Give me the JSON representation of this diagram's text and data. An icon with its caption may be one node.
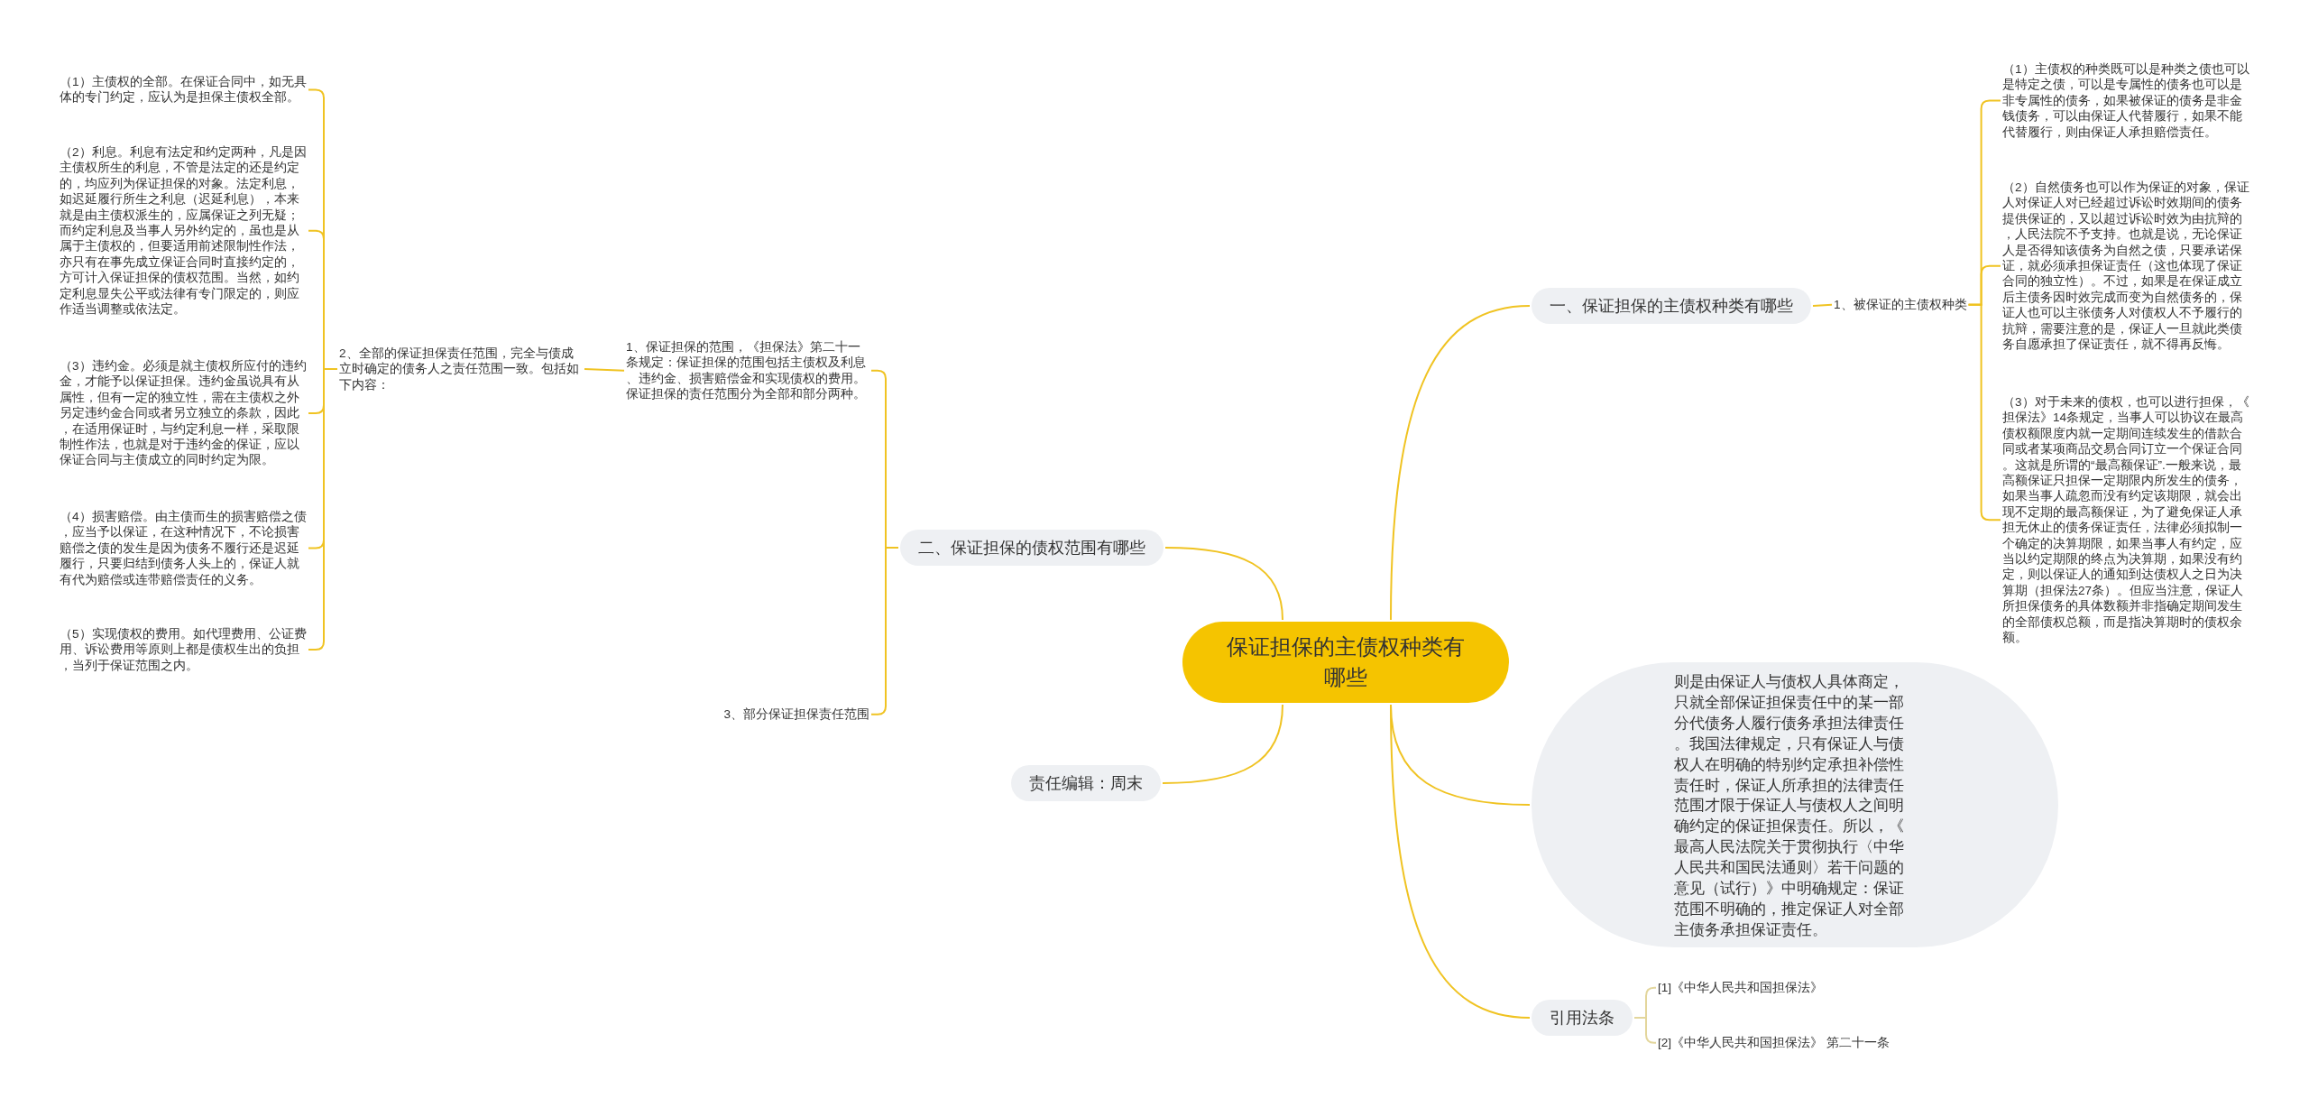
{
  "diagram": {
    "nodes": [
      {
        "text": [
          "保证担保的主债权种类有哪些"
        ]
      },
      {
        "text": [
          "一、保证担保的主债权种类有哪些"
        ]
      },
      {
        "text": [
          "1、被保证的主债权种类"
        ]
      },
      {
        "text": [
          "（1）主债权的种类既可以是种类之债也可以是特定之债，可以是专属性的债务也可以是非专属性的债务，如果被保证的债务是非金钱债务，可以由保证人代替履行，如果不能代替履行，则由保证人承担赔偿责任。"
        ]
      },
      {
        "text": [
          "（2）自然债务也可以作为保证的对象，保证人对保证人对已经超过诉讼时效期间的债务提供保证的，又以超过诉讼时效为由抗辩的，人民法院不予支持。也就是说，无论保证人是否得知该债务为自然之债，只要承诺保证，就必须承担保证责任（这也体现了保证合同的独立性）。不过，如果是在保证成立后主债务因时效完成而变为自然债务的，保证人也可以主张债务人对债权人不予履行的抗辩，需要注意的是，保证人一旦就此类债务自愿承担了保证责任，就不得再反悔。"
        ]
      },
      {
        "text": [
          "（3）对于未来的债权，也可以进行担保，《担保法》14条规定，当事人可以协议在最高债权额限度内就一定期间连续发生的借款合同或者某项商品交易合同订立一个保证合同。这就是所谓的“最高额保证”.一般来说，最高额保证只担保一定期限内所发生的债务，如果当事人疏忽而没有约定该期限，就会出现不定期的最高额保证，为了避免保证人承担无休止的债务保证责任，法律必须拟制一个确定的决算期限，如果当事人有约定，应当以约定期限的终点为决算期，如果没有约定，则以保证人的通知到达债权人之日为决算期（担保法27条）。但应当注意，保证人所担保债务的具体数额并非指确定期间发生的全部债权总额，而是指决算期时的债权余额。"
        ]
      },
      {
        "text": [
          "二、保证担保的债权范围有哪些"
        ]
      },
      {
        "text": [
          "1、保证担保的范围，《担保法》第二十一条规定：保证担保的范围包括主债权及利息、违约金、损害赔偿金和实现债权的费用。保证担保的责任范围分为全部和部分两种。"
        ]
      },
      {
        "text": [
          "2、全部的保证担保责任范围，完全与债成立时确定的债务人之责任范围一致。包括如下内容："
        ]
      },
      {
        "text": [
          "（1）主债权的全部。在保证合同中，如无具体的专门约定，应认为是担保主债权全部。"
        ]
      },
      {
        "text": [
          "（2）利息。利息有法定和约定两种，凡是因主债权所生的利息，不管是法定的还是约定的，均应列为保证担保的对象。法定利息，如迟延履行所生之利息（迟延利息），本来就是由主债权派生的，应属保证之列无疑；而约定利息及当事人另外约定的，虽也是从属于主债权的，但要适用前述限制性作法，亦只有在事先成立保证合同时直接约定的，方可计入保证担保的债权范围。当然，如约定利息显失公平或法律有专门限定的，则应作适当调整或依法定。"
        ]
      },
      {
        "text": [
          "（3）违约金。必须是就主债权所应付的违约金，才能予以保证担保。违约金虽说具有从属性，但有一定的独立性，需在主债权之外另定违约金合同或者另立独立的条款，因此，在适用保证时，与约定利息一样，采取限制性作法，也就是对于违约金的保证，应以保证合同与主债成立的同时约定为限。"
        ]
      },
      {
        "text": [
          "（4）损害赔偿。由主债而生的损害赔偿之债，应当予以保证，在这种情况下，不论损害赔偿之债的发生是因为债务不履行还是迟延履行，只要归结到债务人头上的，保证人就有代为赔偿或连带赔偿责任的义务。"
        ]
      },
      {
        "text": [
          "（5）实现债权的费用。如代理费用、公证费用、诉讼费用等原则上都是债权生出的负担，当列于保证范围之内。"
        ]
      },
      {
        "text": [
          "3、部分保证担保责任范围"
        ]
      },
      {
        "text": [
          "则是由保证人与债权人具体商定，只就全部保证担保责任中的某一部分代债务人履行债务承担法律责任。我国法律规定，只有保证人与债权人在明确的特别约定承担补偿性责任时，保证人所承担的法律责任范围才限于保证人与债权人之间明确约定的保证担保责任。所以，《最高人民法院关于贯彻执行〈中华人民共和国民法通则〉若干问题的意见（试行）》中明确规定：保证范围不明确的，推定保证人对全部主债务承担保证责任。"
        ]
      },
      {
        "text": [
          "责任编辑：周末"
        ]
      },
      {
        "text": [
          "引用法条"
        ]
      },
      {
        "text": [
          "[1]《中华人民共和国担保法》"
        ]
      },
      {
        "text": [
          "[2]《中华人民共和国担保法》 第二十一条"
        ]
      }
    ],
    "edges": [
      {
        "from": 0,
        "to": 1,
        "arrow": "none"
      },
      {
        "from": 1,
        "to": 2,
        "arrow": "none"
      },
      {
        "from": 2,
        "to": 3,
        "arrow": "none"
      },
      {
        "from": 2,
        "to": 4,
        "arrow": "none"
      },
      {
        "from": 2,
        "to": 5,
        "arrow": "none"
      },
      {
        "from": 0,
        "to": 6,
        "arrow": "none"
      },
      {
        "from": 6,
        "to": 7,
        "arrow": "none"
      },
      {
        "from": 7,
        "to": 8,
        "arrow": "none"
      },
      {
        "from": 8,
        "to": 9,
        "arrow": "none"
      },
      {
        "from": 8,
        "to": 10,
        "arrow": "none"
      },
      {
        "from": 8,
        "to": 11,
        "arrow": "none"
      },
      {
        "from": 8,
        "to": 12,
        "arrow": "none"
      },
      {
        "from": 8,
        "to": 13,
        "arrow": "none"
      },
      {
        "from": 6,
        "to": 14,
        "arrow": "none"
      },
      {
        "from": 0,
        "to": 15,
        "arrow": "none"
      },
      {
        "from": 0,
        "to": 16,
        "arrow": "none"
      },
      {
        "from": 0,
        "to": 17,
        "arrow": "none"
      },
      {
        "from": 17,
        "to": 18,
        "arrow": "none",
        "color": "#e3d69c"
      },
      {
        "from": 17,
        "to": 19,
        "arrow": "none",
        "color": "#e3d69c"
      }
    ]
  }
}
